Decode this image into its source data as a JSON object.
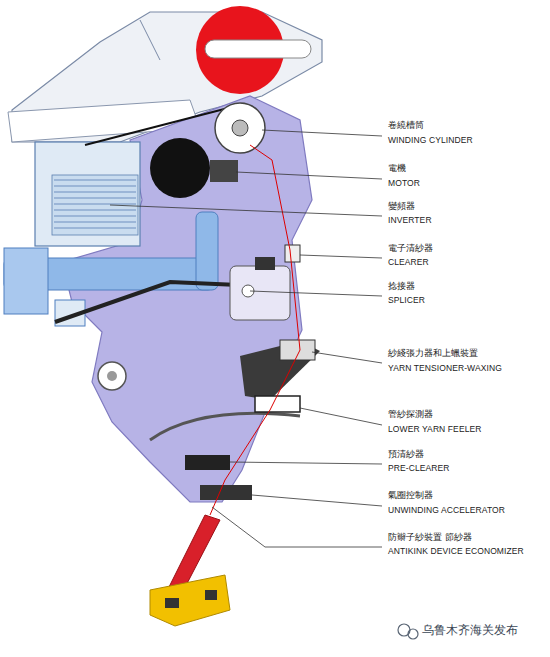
{
  "diagram": {
    "labels": [
      "卷繞槽筒",
      "WINDING CYLINDER",
      "電機",
      "MOTOR",
      "變頻器",
      "INVERTER",
      "電子清紗器",
      "CLEARER",
      "捻接器",
      "SPLICER",
      "紗綫張力器和上蠟裝置",
      "YARN TENSIONER-WAXING",
      "管紗探測器",
      "LOWER YARN FEELER",
      "預清紗器",
      "PRE-CLEARER",
      "氣圈控制器",
      "UNWINDING ACCELERATOR",
      "防辮子紗裝置 節紗器",
      "ANTIKINK DEVICE ECONOMIZER",
      "乌鲁木齐海关发布"
    ]
  }
}
